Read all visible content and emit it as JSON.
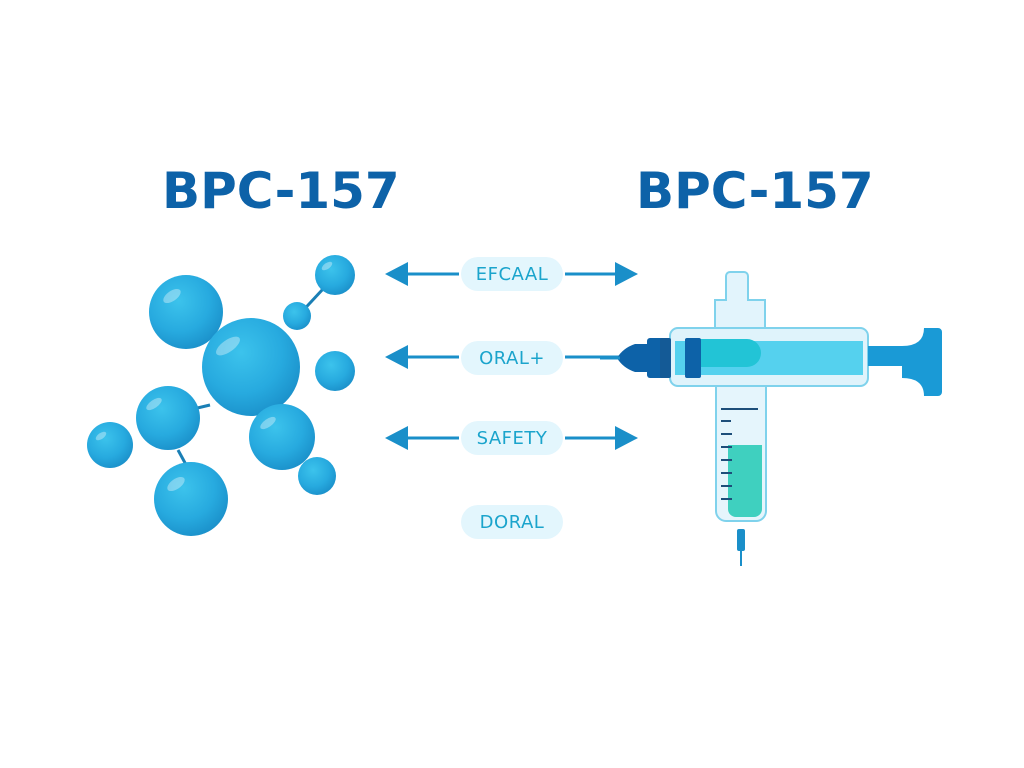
{
  "titles": {
    "left": "BPC-157",
    "right": "BPC-157"
  },
  "labels": [
    {
      "text": "EFCAAL",
      "arrows": "both"
    },
    {
      "text": "ORAL+",
      "arrows": "left-and-line-to-syringe"
    },
    {
      "text": "SAFETY",
      "arrows": "both"
    },
    {
      "text": "DORAL",
      "arrows": "none"
    }
  ],
  "icons": {
    "left": "molecule-icon",
    "right": "syringe-icon"
  },
  "colors": {
    "title": "#0d62a8",
    "arrow": "#1a8fc9",
    "pill_bg": "#e3f6fd",
    "pill_text": "#1ba4cc",
    "sphere": "#29aee0",
    "syringe_dark": "#0d62a8",
    "syringe_plunger": "#1a9ad6",
    "liquid_horizontal": "#3fc9df",
    "liquid_vertical": "#3fd0bf"
  }
}
